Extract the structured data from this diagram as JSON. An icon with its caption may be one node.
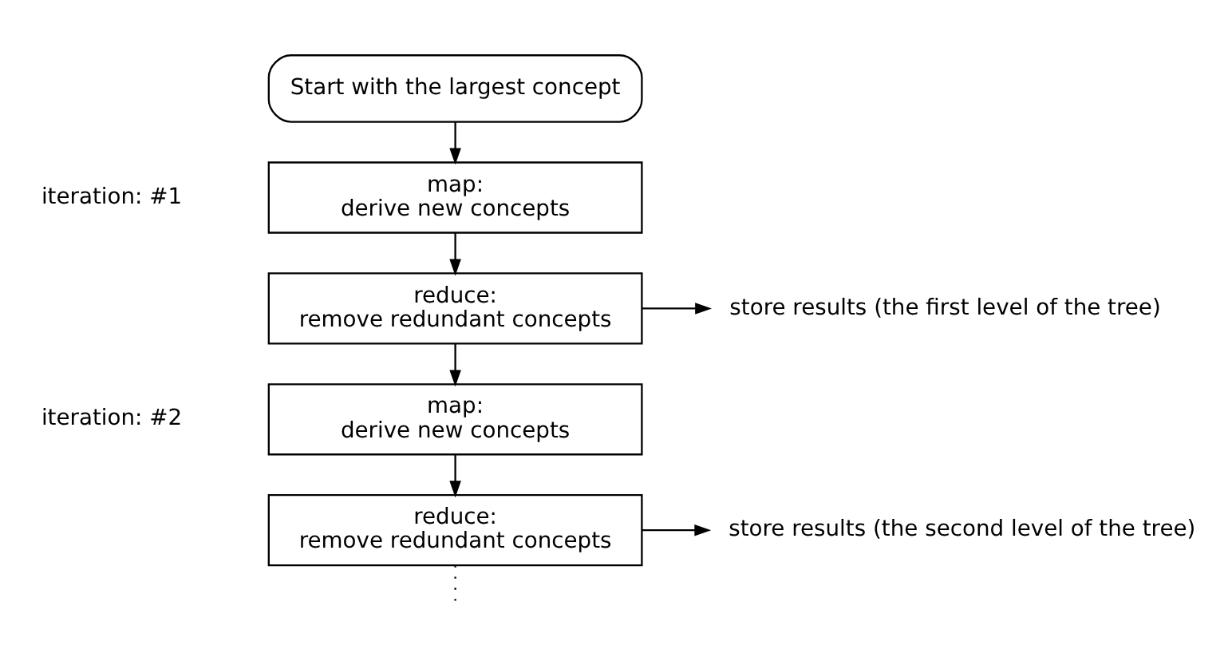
{
  "diagram": {
    "nodes": [
      {
        "text": [
          "Start with the largest concept"
        ]
      },
      {
        "text": [
          "map:",
          "derive new concepts"
        ]
      },
      {
        "text": [
          "reduce:",
          "remove redundant concepts"
        ]
      },
      {
        "text": [
          "store results (the first level of the tree)"
        ]
      },
      {
        "text": [
          "map:",
          "derive new concepts"
        ]
      },
      {
        "text": [
          "reduce:",
          "remove redundant concepts"
        ]
      },
      {
        "text": [
          "store results (the second level of the tree)"
        ]
      }
    ],
    "edges": [
      {
        "from": 0,
        "to": 1,
        "arrow": "to"
      },
      {
        "from": 1,
        "to": 2,
        "arrow": "to"
      },
      {
        "from": 2,
        "to": 3,
        "arrow": "to"
      },
      {
        "from": 2,
        "to": 4,
        "arrow": "to"
      },
      {
        "from": 4,
        "to": 5,
        "arrow": "to"
      },
      {
        "from": 5,
        "to": 6,
        "arrow": "to"
      },
      {
        "from": 5,
        "to": null,
        "arrow": "none",
        "style": "dashed"
      }
    ],
    "labels": [
      "iteration: #1",
      "iteration: #2"
    ]
  }
}
